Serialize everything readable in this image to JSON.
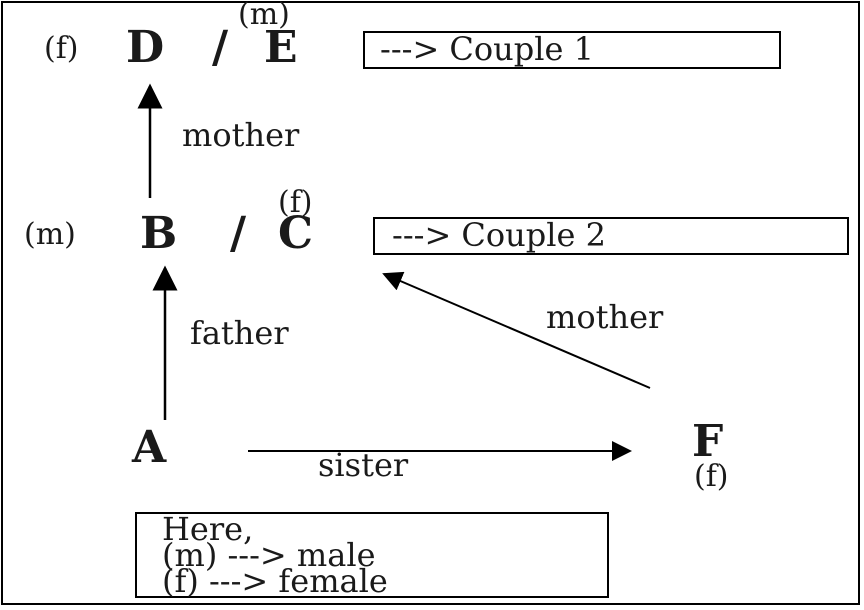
{
  "nodes": {
    "D": "D",
    "E": "E",
    "B": "B",
    "C": "C",
    "A": "A",
    "F": "F"
  },
  "separators": {
    "top": "/",
    "middle": "/"
  },
  "gender_tags": {
    "D": "(f)",
    "E": "(m)",
    "B": "(m)",
    "C": "(f)",
    "F": "(f)"
  },
  "couple_boxes": {
    "couple_1": "---> Couple 1",
    "couple_2": "---> Couple 2"
  },
  "relations": {
    "b_to_d": "mother",
    "a_to_b": "father",
    "f_to_c": "mother",
    "a_to_f": "sister"
  },
  "legend": {
    "line_1": "Here,",
    "line_2": "(m) ---> male",
    "line_3": "(f) ---> female"
  },
  "colors": {
    "text": "#1a1a1a",
    "lines": "#000000",
    "background": "#ffffff"
  }
}
